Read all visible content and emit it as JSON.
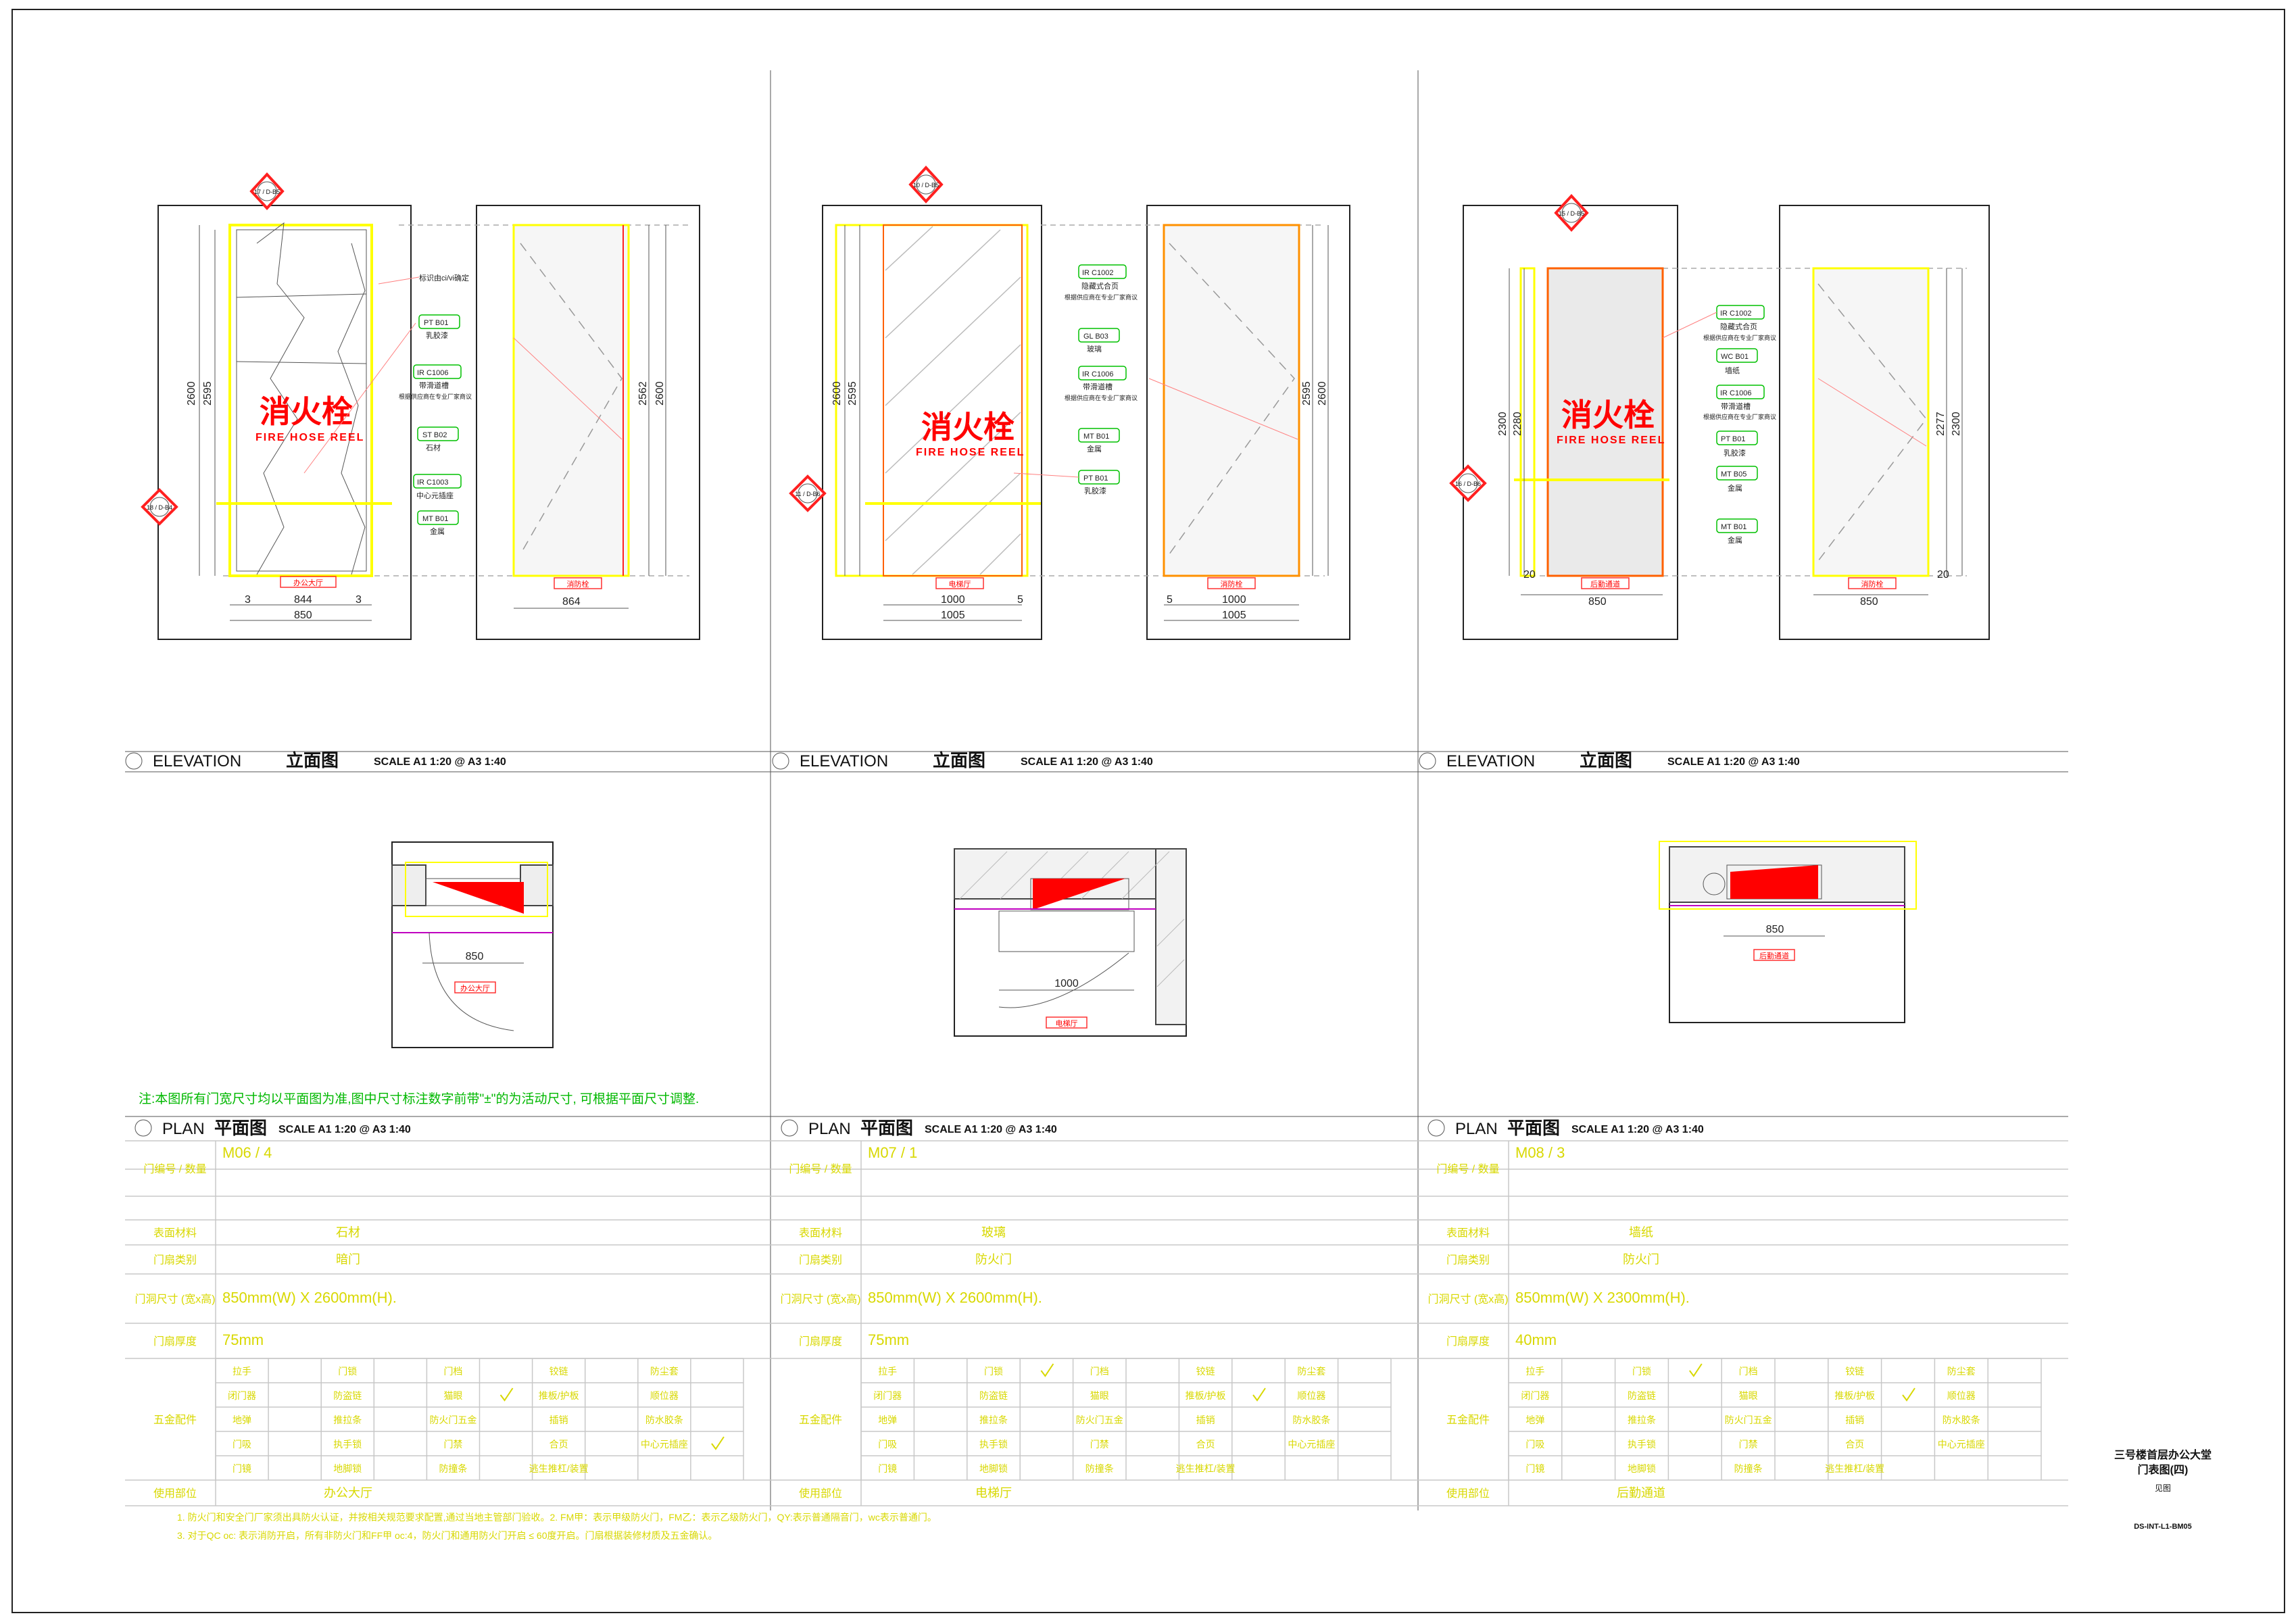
{
  "elevations": [
    {
      "key": "e1",
      "view_mark_top": "17 / D-B5",
      "view_mark_side": "18 / D-B4",
      "height_labels": [
        "2600",
        "2595"
      ],
      "height_labels_right": [
        "2562",
        "2600"
      ],
      "width_labels": [
        "3",
        "844",
        "3",
        "850"
      ],
      "width_label_right": "864",
      "room_tag_left": "办公大厅",
      "room_tag_right": "消防栓",
      "sign_cn": "消火栓",
      "sign_en": "FIRE HOSE REEL",
      "callouts": [
        {
          "code": "",
          "note": "标识由ci/vi确定"
        },
        {
          "code": "PT B01",
          "note": "乳胶漆"
        },
        {
          "code": "IR C1006",
          "note": "带滑道槽",
          "note2": "根据供应商在专业厂家商议"
        },
        {
          "code": "ST B02",
          "note": "石材"
        },
        {
          "code": "IR C1003",
          "note": "中心元插座"
        },
        {
          "code": "MT B01",
          "note": "金属"
        }
      ]
    },
    {
      "key": "e2",
      "view_mark_top": "10 / D-B5",
      "view_mark_side": "11 / D-B6",
      "height_labels": [
        "2600",
        "2595"
      ],
      "height_labels_right": [
        "2595",
        "2600"
      ],
      "width_labels": [
        "1000",
        "5",
        "1005"
      ],
      "width_labels_right": [
        "5",
        "1000",
        "1005"
      ],
      "room_tag_left": "电梯厅",
      "room_tag_right": "消防栓",
      "sign_cn": "消火栓",
      "sign_en": "FIRE HOSE REEL",
      "callouts": [
        {
          "code": "IR C1002",
          "note": "隐藏式合页",
          "note2": "根据供应商在专业厂家商议"
        },
        {
          "code": "GL B03",
          "note": "玻璃"
        },
        {
          "code": "IR C1006",
          "note": "带滑道槽",
          "note2": "根据供应商在专业厂家商议"
        },
        {
          "code": "MT B01",
          "note": "金属"
        },
        {
          "code": "PT B01",
          "note": "乳胶漆"
        }
      ]
    },
    {
      "key": "e3",
      "view_mark_top": "15 / D-B5",
      "view_mark_side": "16 / D-B6",
      "height_labels": [
        "2300",
        "2280"
      ],
      "height_labels_right": [
        "2277",
        "2300"
      ],
      "width_labels": [
        "20",
        "850"
      ],
      "width_labels_right": [
        "850",
        "20"
      ],
      "room_tag_left": "后勤通道",
      "room_tag_right": "消防栓",
      "sign_cn": "消火栓",
      "sign_en": "FIRE HOSE REEL",
      "callouts": [
        {
          "code": "IR C1002",
          "note": "隐藏式合页",
          "note2": "根据供应商在专业厂家商议"
        },
        {
          "code": "WC B01",
          "note": "墙纸"
        },
        {
          "code": "IR C1006",
          "note": "带滑道槽",
          "note2": "根据供应商在专业厂家商议"
        },
        {
          "code": "PT B01",
          "note": "乳胶漆"
        },
        {
          "code": "MT B05",
          "note": "金属"
        },
        {
          "code": "MT B01",
          "note": "金属"
        }
      ]
    }
  ],
  "elevation_header": {
    "title_en": "ELEVATION",
    "title_cn": "立面图",
    "scale": "SCALE  A1 1:20 @ A3 1:40"
  },
  "plan_header": {
    "title_en": "PLAN",
    "title_cn": "平面图",
    "scale": "SCALE  A1 1:20 @ A3 1:40"
  },
  "plans": [
    {
      "width_label": "850",
      "room": "办公大厅"
    },
    {
      "width_label": "1000",
      "room": "电梯厅"
    },
    {
      "width_label": "850",
      "room": "后勤通道"
    }
  ],
  "note": "注:本图所有门宽尺寸均以平面图为准,图中尺寸标注数字前带\"±\"的为活动尺寸, 可根据平面尺寸调整.",
  "schedule_labels": {
    "door_no": "门编号 / 数量",
    "finish": "表面材料",
    "type": "门扇类别",
    "size": "门洞尺寸 (宽x高)",
    "thickness": "门扇厚度",
    "hardware": "五金配件",
    "location": "使用部位"
  },
  "schedules": [
    {
      "door_no": "M06 / 4",
      "finish": "石材",
      "type": "暗门",
      "size": "850mm(W) X 2600mm(H).",
      "thickness": "75mm",
      "location": "办公大厅"
    },
    {
      "door_no": "M07 / 1",
      "finish": "玻璃",
      "type": "防火门",
      "size": "850mm(W) X 2600mm(H).",
      "thickness": "75mm",
      "location": "电梯厅"
    },
    {
      "door_no": "M08 / 3",
      "finish": "墙纸",
      "type": "防火门",
      "size": "850mm(W) X 2300mm(H).",
      "thickness": "40mm",
      "location": "后勤通道"
    }
  ],
  "hardware_items": [
    [
      "拉手",
      "门锁",
      "门档",
      "铰链",
      "防尘套"
    ],
    [
      "闭门器",
      "防盗链",
      "猫眼",
      "推板/护板",
      "顺位器"
    ],
    [
      "地弹",
      "推拉条",
      "防火门五金",
      "插销",
      "防水胶条"
    ],
    [
      "门吸",
      "执手锁",
      "门禁",
      "合页",
      "中心元插座"
    ],
    [
      "门镜",
      "地脚锁",
      "防撞条",
      "逃生推杠/装置",
      ""
    ]
  ],
  "hardware_checks": [
    [
      false,
      false,
      false,
      false,
      false,
      false,
      false,
      true,
      false,
      false,
      false,
      false,
      false,
      false,
      false,
      false,
      false,
      false,
      false,
      true,
      false,
      false,
      false,
      false,
      false
    ],
    [
      false,
      true,
      false,
      false,
      false,
      false,
      false,
      false,
      true,
      false,
      false,
      false,
      false,
      false,
      false,
      false,
      false,
      false,
      false,
      false,
      false,
      false,
      false,
      false,
      false
    ],
    [
      false,
      true,
      false,
      false,
      false,
      false,
      false,
      false,
      true,
      false,
      false,
      false,
      false,
      false,
      false,
      false,
      false,
      false,
      false,
      false,
      false,
      false,
      false,
      false,
      false
    ]
  ],
  "footnotes": [
    "1. 防火门和安全门厂家须出具防火认证，并按相关规范要求配置,通过当地主管部门验收。2. FM甲：表示甲级防火门，FM乙：表示乙级防火门，QY:表示普通隔音门，wc表示普通门。",
    "3. 对于QC oc: 表示消防开启，所有非防火门和FF甲 oc:4，防火门和通用防火门开启 ≤ 60度开启。门扇根据装修材质及五金确认。"
  ],
  "title_block": {
    "project": "三号楼首层办公大堂",
    "sheet_title": "门表图(四)",
    "sub": "见图",
    "drawing_no": "DS-INT-L1-BM05"
  }
}
